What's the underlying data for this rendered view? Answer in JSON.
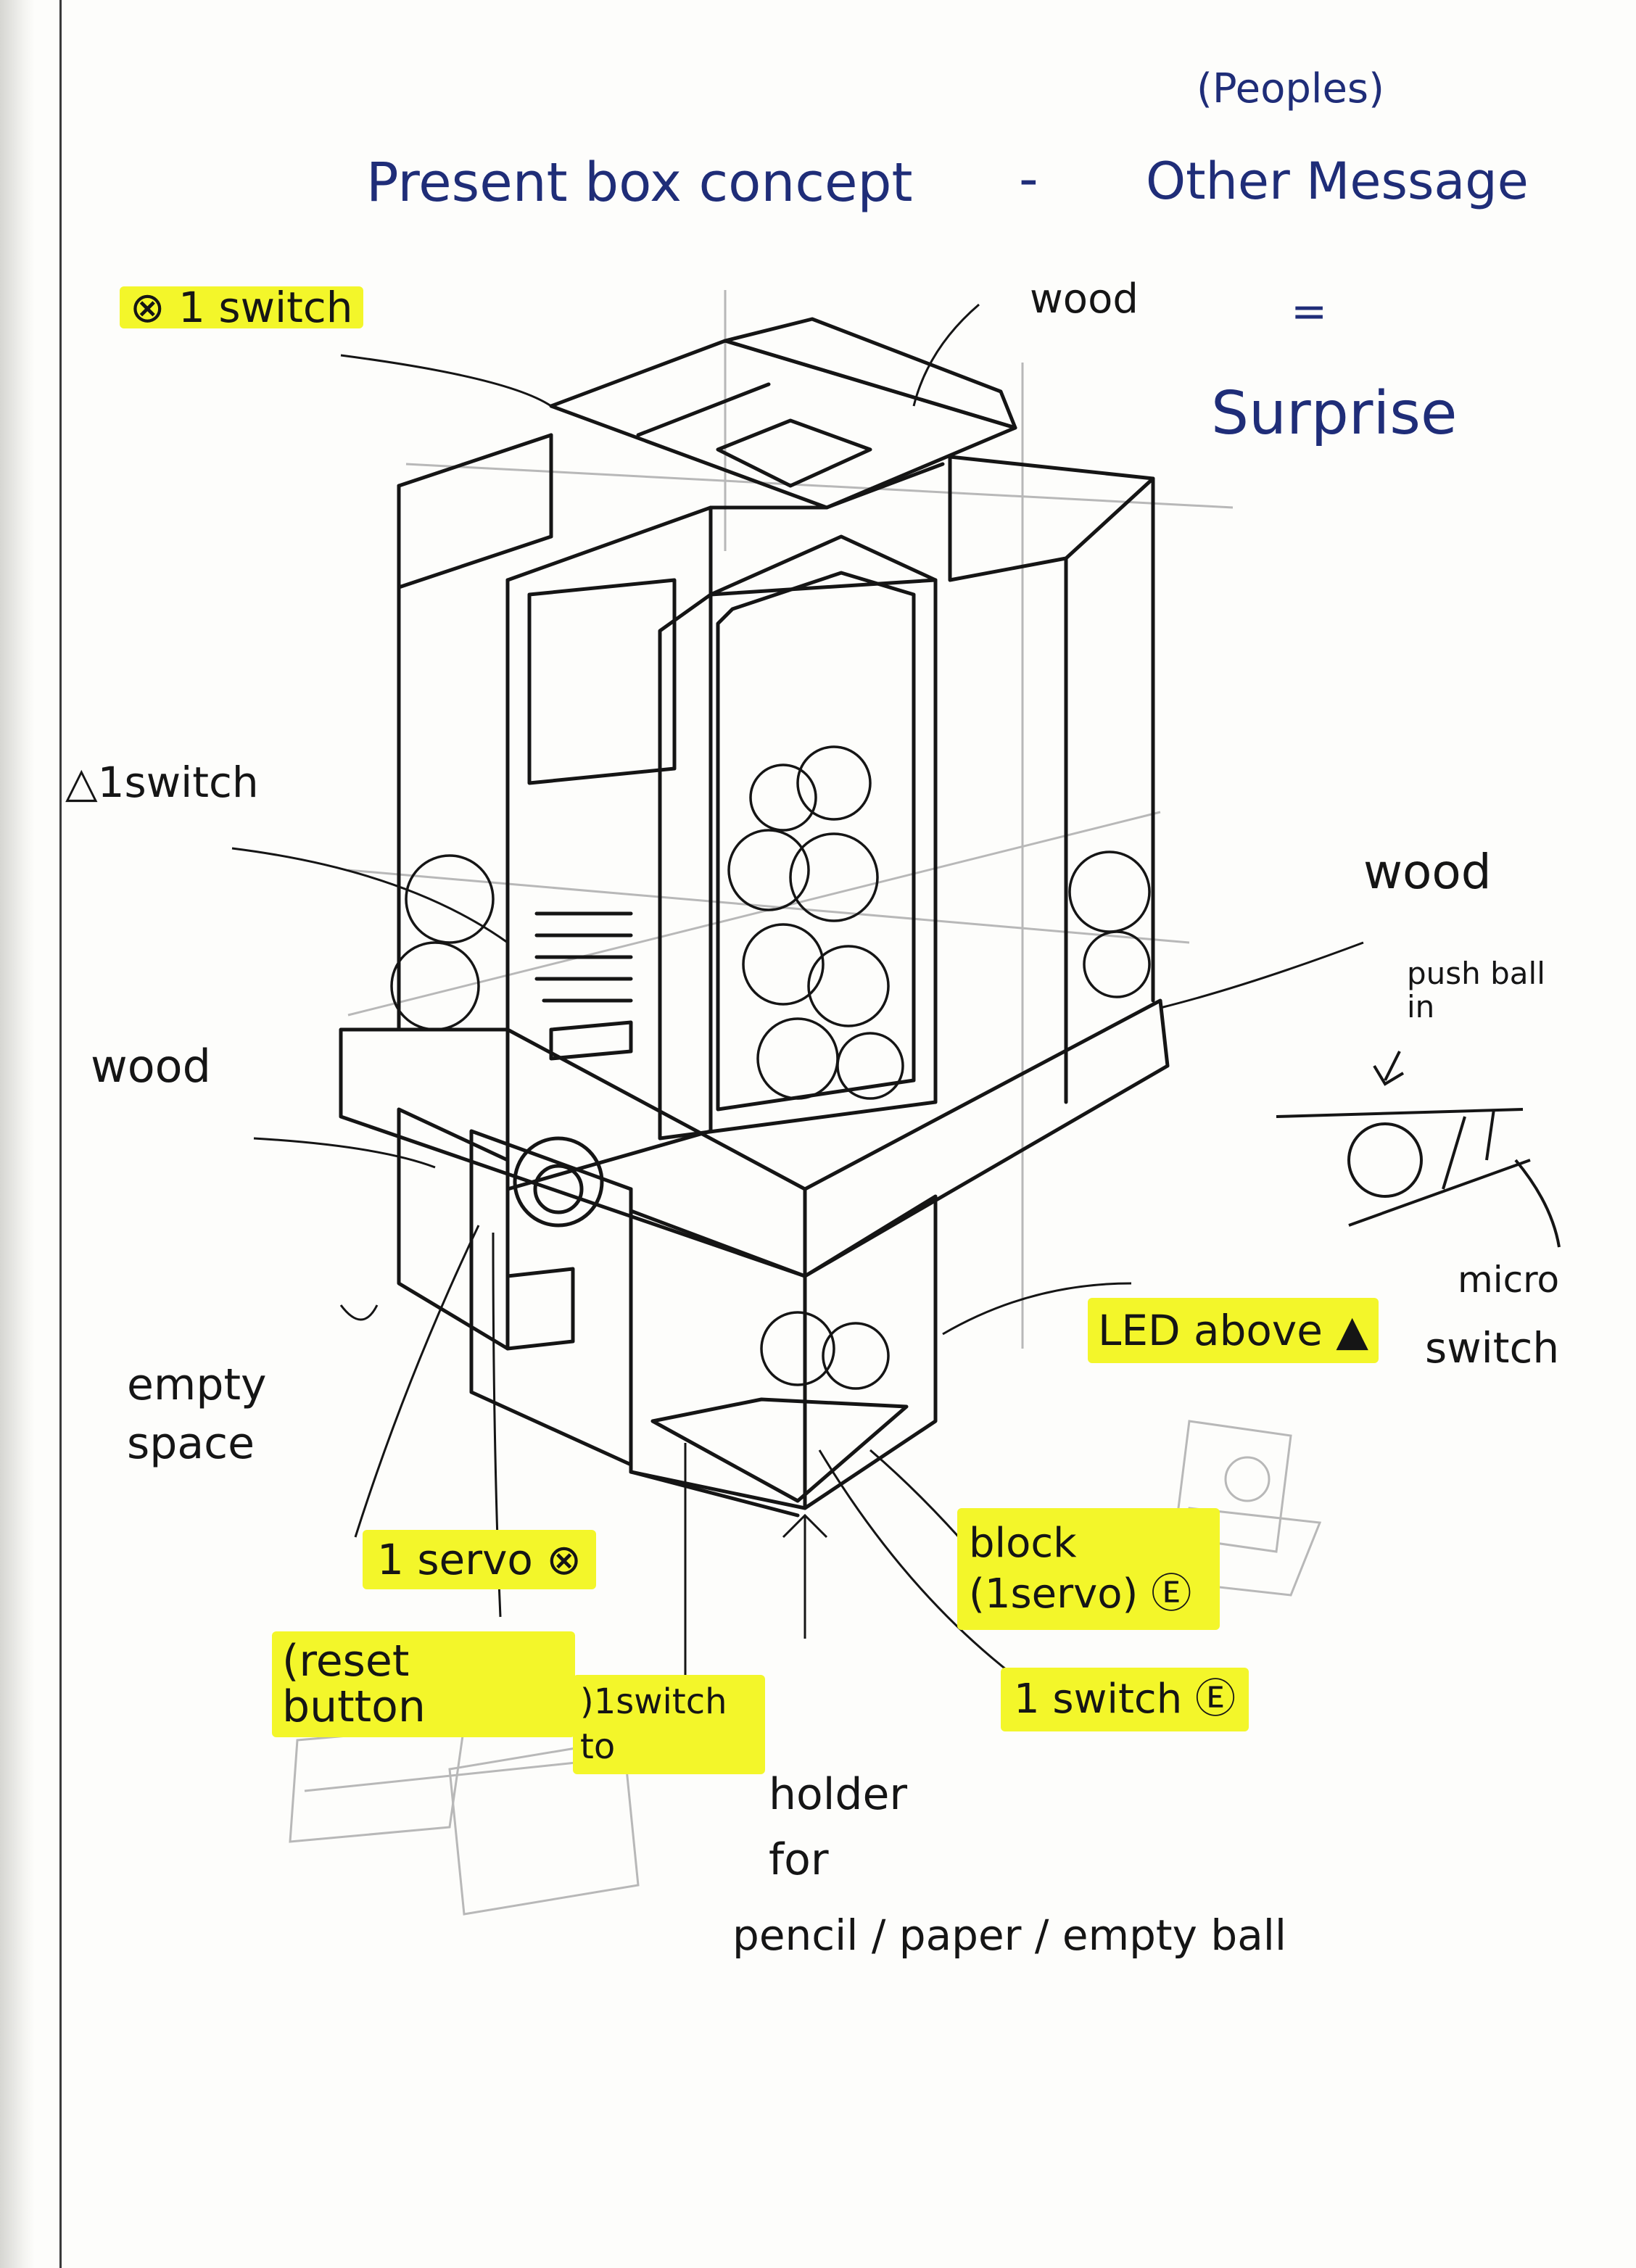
{
  "colors": {
    "paper": "#fdfdfb",
    "ink": "#151515",
    "blue_ink": "#1f2d78",
    "highlighter": "#f3f62a",
    "pencil": "#b8b8b8"
  },
  "title": {
    "main": "Present box concept",
    "dash": "-",
    "peoples": "(Peoples)",
    "other_message": "Other Message",
    "equals": "=",
    "surprise": "Surprise"
  },
  "labels": {
    "switch_top": "1 switch",
    "wood_top": "wood",
    "triangle_switch": "1switch",
    "wood_right": "wood",
    "push_ball_in": "push ball in",
    "wood_left": "wood",
    "micro": "micro",
    "switch": "switch",
    "led_above": "LED above",
    "empty_space": "empty space",
    "servo": "1 servo",
    "reset_button": "(reset button",
    "switch_to": ")1switch to",
    "block_servo": "block (1servo)",
    "switch_sigma": "1 switch",
    "holder": "holder for",
    "holder_items": "pencil / paper / empty ball"
  },
  "icons": [
    "crossed-circle-icon",
    "triangle-icon",
    "sigma-circle-icon"
  ]
}
